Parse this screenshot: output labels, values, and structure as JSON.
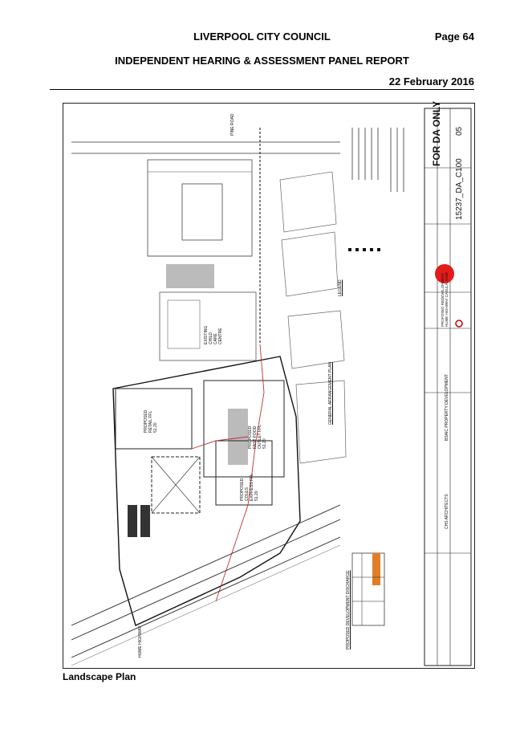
{
  "header": {
    "council": "LIVERPOOL CITY COUNCIL",
    "page": "Page 64",
    "panel": "INDEPENDENT HEARING & ASSESSMENT PANEL REPORT",
    "date": "22 February 2016"
  },
  "figure": {
    "caption": "Landscape Plan",
    "labels": {
      "for_da_only": "FOR DA ONLY",
      "drawing_no": "15237_DA_C100",
      "revision": "05",
      "pine_road": "PINE ROAD",
      "hume_highway": "HUME HIGHWAY",
      "plan_title": "GENERAL ARRANGEMENT PLAN",
      "legend": "LEGEND",
      "retail": "PROPOSED RETAIL FFL 51.20",
      "fast_food": "PROPOSED FAST FOOD OUTLET FFL 51.20",
      "coles": "PROPOSED COLES EXPRESS FFL 51.20",
      "childcare": "EXISTING CHILD CARE CENTRE",
      "client": "BSAIC PROPERTY DEVELOPMENT",
      "architect": "CHS ARCHITECTS",
      "discharge": "PROPOSED DEVELOPMENT DISCHARGE",
      "project": "PROPOSED REDEVELOPMENT HUME HIGHWAY CASULA, NSW"
    },
    "colors": {
      "stamp": "#e21b1b",
      "tank": "#e07f2a",
      "line": "#222222"
    }
  }
}
